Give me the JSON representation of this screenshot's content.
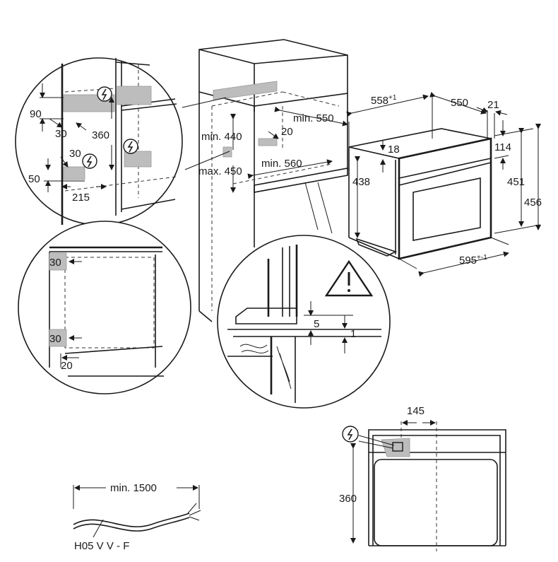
{
  "labels": {
    "d90": "90",
    "d30a": "30",
    "d360a": "360",
    "d30b": "30",
    "d50": "50",
    "d215": "215",
    "min440": "min. 440",
    "max450": "max. 450",
    "min550": "min. 550",
    "d20a": "20",
    "min560": "min. 560",
    "d558": "558",
    "d558sup": "+1",
    "d550": "550",
    "d21": "21",
    "d18": "18",
    "d114": "114",
    "d438": "438",
    "d451": "451",
    "d456": "456",
    "d595": "595",
    "d595sup": "+-1",
    "d30c": "30",
    "d30d": "30",
    "d20b": "20",
    "d5": "5",
    "d1": "1",
    "d145": "145",
    "d360b": "360",
    "min1500": "min. 1500",
    "cable": "H05 V V - F"
  },
  "colors": {
    "line": "#1a1a1a",
    "highlight": "#bdbdbd"
  },
  "icons": [
    "electric-hazard-icon",
    "warning-triangle-icon"
  ]
}
